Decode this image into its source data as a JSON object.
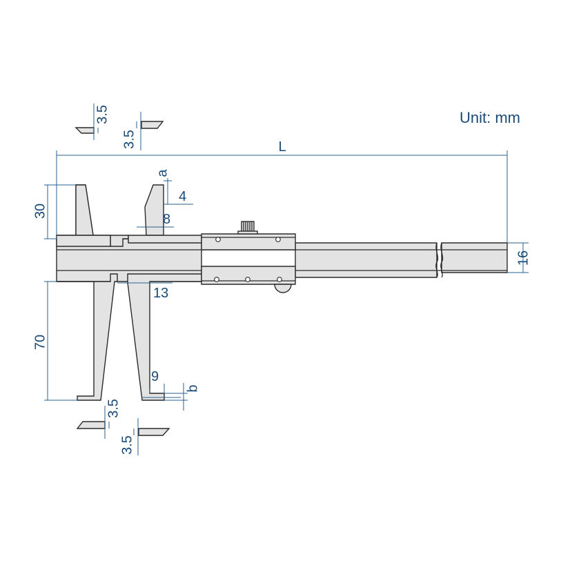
{
  "unit_label": "Unit: mm",
  "colors": {
    "dimension": "#1a4a78",
    "outline": "#2a2a2a",
    "fill": "#e3e3e3"
  },
  "dimensions": {
    "length": "L",
    "beam_height": "16",
    "upper_jaw_length": "30",
    "lower_jaw_length": "70",
    "upper_tip_offset": "a",
    "upper_tip_thickness": "4",
    "upper_jaw_width": "8",
    "jaw_gap": "13",
    "lower_tip_width": "9",
    "lower_tip_offset": "b",
    "upper_edge_left": "3.5",
    "upper_edge_right": "3.5",
    "lower_edge_left": "3.5",
    "lower_edge_right": "3.5"
  }
}
